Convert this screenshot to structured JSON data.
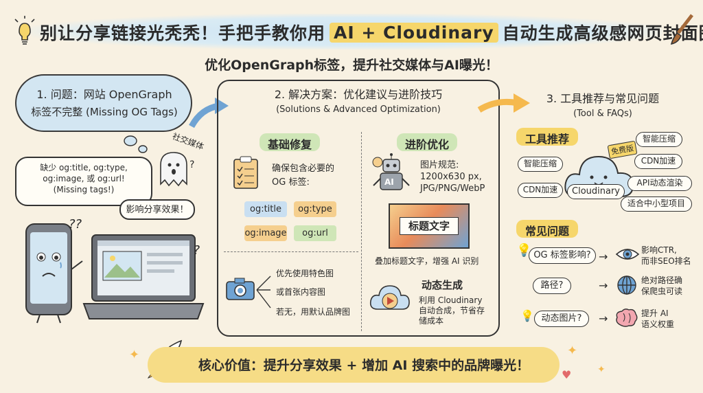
{
  "header": {
    "title_prefix": "别让分享链接光秃秃！手把手教你用",
    "title_highlight": "AI + Cloudinary",
    "title_suffix": "自动生成高级感网页封面图",
    "subtitle": "优化OpenGraph标签，提升社交媒体与AI曝光！"
  },
  "section1": {
    "title_line1": "1. 问题：网站 OpenGraph",
    "title_line2": "标签不完整 (Missing OG Tags)",
    "ghost_label": "社交媒体",
    "ghost_q": "?",
    "missing_line1": "缺少 og:title, og:type,",
    "missing_line2": "og:image, 或 og:url!",
    "missing_line3": "(Missing tags!)",
    "impact": "影响分享效果！",
    "qmarks": "??"
  },
  "section2": {
    "title_line1": "2. 解决方案：优化建议与进阶技巧",
    "title_line2": "(Solutions & Advanced Optimization)",
    "basic_title": "基础修复",
    "basic_text1": "确保包含必要的",
    "basic_text2": "OG 标签:",
    "tags": [
      "og:title",
      "og:type",
      "og:image",
      "og:url"
    ],
    "image_priority": [
      "优先使用特色图",
      "或首张内容图",
      "若无，用默认品牌图"
    ],
    "advanced_title": "进阶优化",
    "spec_line1": "图片规范:",
    "spec_line2": "1200x630 px,",
    "spec_line3": "JPG/PNG/WebP",
    "robot_label": "AI",
    "preview_text": "标题文字",
    "overlay_caption": "叠加标题文字，增强 AI 识别",
    "dynamic_title": "动态生成",
    "dynamic_line1": "利用 Cloudinary",
    "dynamic_line2": "自动合成，节省存",
    "dynamic_line3": "储成本"
  },
  "section3": {
    "title_line1": "3. 工具推荐与常见问题",
    "title_line2": "(Tool & FAQs)",
    "tools_title": "工具推荐",
    "cloud_label": "Cloudinary",
    "free_badge": "免费版",
    "features": [
      "智能压缩",
      "智能压缩",
      "CDN加速",
      "CDN加速",
      "API动态渲染",
      "适合中小型项目"
    ],
    "faq_title": "常见问题",
    "faqs": [
      {
        "q": "OG 标签影响?",
        "a1": "影响CTR,",
        "a2": "而非SEO排名"
      },
      {
        "q": "路径?",
        "a1": "绝对路径确",
        "a2": "保爬虫可读"
      },
      {
        "q": "动态图片?",
        "a1": "提升 AI",
        "a2": "语义权重"
      }
    ]
  },
  "footer": {
    "core_value": "核心价值：提升分享效果 + 增加 AI 搜索中的品牌曝光！"
  },
  "colors": {
    "background": "#f8f1e2",
    "yellow": "#f6d66b",
    "green": "#cfe6b7",
    "blue": "#d3e6f2",
    "tag_blue": "#c9dff1",
    "tag_orange": "#f5cf8e"
  }
}
